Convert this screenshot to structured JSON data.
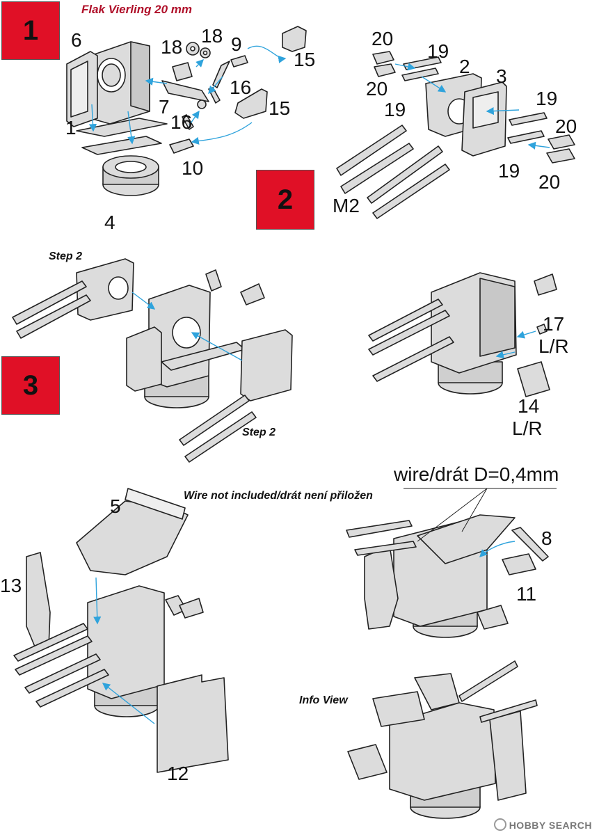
{
  "title": "Flak Vierling 20 mm",
  "steps": {
    "s1": "1",
    "s2": "2",
    "s3": "3"
  },
  "parts": {
    "p6": "6",
    "p18a": "18",
    "p18b": "18",
    "p9": "9",
    "p15a": "15",
    "p15b": "15",
    "p16a": "16",
    "p16b": "16",
    "p7": "7",
    "p1": "1",
    "p10": "10",
    "p4": "4",
    "p20a": "20",
    "p20b": "20",
    "p20c": "20",
    "p20d": "20",
    "p19a": "19",
    "p19b": "19",
    "p19c": "19",
    "p19d": "19",
    "p2": "2",
    "p3": "3",
    "pM2": "M2",
    "p17": "17",
    "p17lr": "L/R",
    "p14": "14",
    "p14lr": "L/R",
    "p5": "5",
    "p13": "13",
    "p12": "12",
    "p8": "8",
    "p11": "11"
  },
  "captions": {
    "step2a": "Step 2",
    "step2b": "Step 2",
    "wire_note": "Wire not included/drát není přiložen",
    "info": "Info View"
  },
  "wire_label": "wire/drát D=0,4mm",
  "watermark": "HOBBY SEARCH",
  "colors": {
    "step_box": "#e01026",
    "title": "#b0102a",
    "arrow": "#2fa3dc",
    "part_fill": "#dcdcdc",
    "outline": "#222222"
  }
}
